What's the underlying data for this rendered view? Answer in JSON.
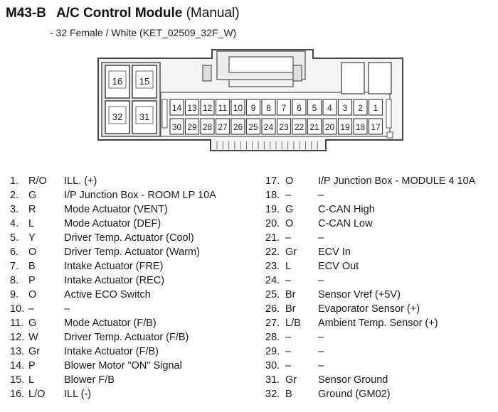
{
  "header": {
    "code": "M43-B",
    "name": "A/C Control Module",
    "variant": "(Manual)",
    "subtitle": "- 32 Female / White (KET_02509_32F_W)"
  },
  "connector": {
    "large_pins": [
      "16",
      "15",
      "32",
      "31"
    ],
    "top_row": [
      "14",
      "13",
      "12",
      "11",
      "10",
      "9",
      "8",
      "7",
      "6",
      "5",
      "4",
      "3",
      "2",
      "1"
    ],
    "bottom_row": [
      "30",
      "29",
      "28",
      "27",
      "26",
      "25",
      "24",
      "23",
      "22",
      "21",
      "20",
      "19",
      "18",
      "17"
    ]
  },
  "pins_left": [
    {
      "num": "1.",
      "color": "R/O",
      "desc": "ILL. (+)"
    },
    {
      "num": "2.",
      "color": "G",
      "desc": "I/P Junction Box - ROOM LP 10A"
    },
    {
      "num": "3.",
      "color": "R",
      "desc": "Mode Actuator (VENT)"
    },
    {
      "num": "4.",
      "color": "L",
      "desc": "Mode Actuator (DEF)"
    },
    {
      "num": "5.",
      "color": "Y",
      "desc": "Driver Temp. Actuator (Cool)"
    },
    {
      "num": "6.",
      "color": "O",
      "desc": "Driver Temp. Actuator (Warm)"
    },
    {
      "num": "7.",
      "color": "B",
      "desc": "Intake Actuator (FRE)"
    },
    {
      "num": "8.",
      "color": "P",
      "desc": "Intake Actuator (REC)"
    },
    {
      "num": "9.",
      "color": "O",
      "desc": "Active ECO Switch"
    },
    {
      "num": "10.",
      "color": "–",
      "desc": "–"
    },
    {
      "num": "11.",
      "color": "G",
      "desc": "Mode Actuator (F/B)"
    },
    {
      "num": "12.",
      "color": "W",
      "desc": "Driver Temp. Actuator (F/B)"
    },
    {
      "num": "13.",
      "color": "Gr",
      "desc": "Intake Actuator (F/B)"
    },
    {
      "num": "14.",
      "color": "P",
      "desc": "Blower Motor \"ON\" Signal"
    },
    {
      "num": "15.",
      "color": "L",
      "desc": "Blower F/B"
    },
    {
      "num": "16.",
      "color": "L/O",
      "desc": "ILL (-)"
    }
  ],
  "pins_right": [
    {
      "num": "17.",
      "color": "O",
      "desc": "I/P Junction Box - MODULE 4 10A"
    },
    {
      "num": "18.",
      "color": "–",
      "desc": "–"
    },
    {
      "num": "19.",
      "color": "G",
      "desc": "C-CAN High"
    },
    {
      "num": "20.",
      "color": "O",
      "desc": "C-CAN Low"
    },
    {
      "num": "21.",
      "color": "–",
      "desc": "–"
    },
    {
      "num": "22.",
      "color": "Gr",
      "desc": "ECV In"
    },
    {
      "num": "23.",
      "color": "L",
      "desc": "ECV Out"
    },
    {
      "num": "24.",
      "color": "–",
      "desc": "–"
    },
    {
      "num": "25.",
      "color": "Br",
      "desc": "Sensor Vref (+5V)"
    },
    {
      "num": "26.",
      "color": "Br",
      "desc": "Evaporator Sensor (+)"
    },
    {
      "num": "27.",
      "color": "L/B",
      "desc": "Ambient Temp. Sensor (+)"
    },
    {
      "num": "28.",
      "color": "–",
      "desc": "–"
    },
    {
      "num": "29.",
      "color": "–",
      "desc": "–"
    },
    {
      "num": "30.",
      "color": "–",
      "desc": "–"
    },
    {
      "num": "31.",
      "color": "Gr",
      "desc": "Sensor Ground"
    },
    {
      "num": "32.",
      "color": "B",
      "desc": "Ground (GM02)"
    }
  ]
}
